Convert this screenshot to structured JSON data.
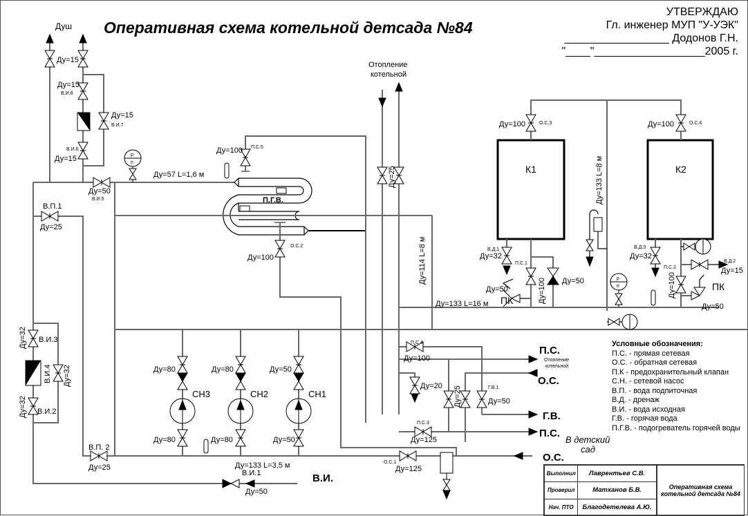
{
  "title": "Оперативная схема котельной  детсада №84",
  "approval": {
    "line1": "УТВЕРЖДАЮ",
    "line2": "Гл. инженер МУП \"У-УЭК\"",
    "line3": "_________________ Додонов Г.Н.",
    "line4": "\"____\"__________________2005 г."
  },
  "legend": {
    "heading": "Условные обозначения:",
    "items": [
      "П.С. - прямая сетевая",
      "О.С. - обратная сетевая",
      "П.К - предохранительный клапан",
      "С.Н. - сетевой насос",
      "В.П. - вода подпиточная",
      "В.Д. - дренаж",
      "В.И. - вода исходная",
      "Г.В. - горячая вода",
      "П.Г.В. - подогреватель горячей воды"
    ]
  },
  "stamp": {
    "rows": [
      {
        "role": "Выполнил",
        "name": "Лаврентьев С.В."
      },
      {
        "role": "Проверил",
        "name": "Матханов Б.В."
      },
      {
        "role": "Нач. ПТО",
        "name": "Благодетелева А.Ю."
      }
    ],
    "doc_title": "Оперативная схема котельной детсада №84"
  },
  "labels": {
    "dush": "Душ",
    "heating_boiler": [
      "Отопление",
      "котельной"
    ],
    "k1": "К1",
    "k2": "К2",
    "pgv": "П.Г.В.",
    "sn3": "СН3",
    "sn2": "СН2",
    "sn1": "СН1",
    "ps_out1": "П.С.",
    "heating_small": [
      "Отопление",
      "котельной"
    ],
    "os_in1": "О.С.",
    "gv_out": "Г.В.",
    "ps_out2": "П.С.",
    "kindergarten": [
      "В детский",
      "сад"
    ],
    "os_in2": "О.С.",
    "vi_in": "В.И.",
    "pk1": "ПК",
    "pk2": "ПК",
    "pipe_57": "Ду=57  L=1,6  м",
    "pipe_114": "Ду=114  L=8  м",
    "pipe_133_8": "Ду=133  L=8  м",
    "pipe_133_16": "Ду=133  L=16  м",
    "pipe_133_35": "Ду=133  L=3,5  м",
    "gauge_p": "р",
    "gauge_n": "п"
  },
  "valves": {
    "dush_left": "Ду=15",
    "vi8_du": "Ду=15",
    "vi8": "В.И.8",
    "vi7_du": "Ду=15",
    "vi7": "В.И.7",
    "vi6": "В.И.6",
    "vi6_du": "Ду=15",
    "vi5_du": "Ду=50",
    "vi5": "В.И.5",
    "vp1": "В.П.1",
    "vp1_du": "Ду=25",
    "vi3": "В.И.3",
    "vi3_du": "Ду=32",
    "vi4": "В.И.4",
    "vi4_du": "Ду=32",
    "vi2": "В.И.2",
    "vi2_du": "Ду=32",
    "vp2": "В.П. 2",
    "vp2_du": "Ду=25",
    "vi1": "В.И.1",
    "vi1_du": "Ду=50",
    "ps5_du": "Ду=100",
    "ps5": "П.С.5",
    "os2": "О.С.2",
    "os2_du": "Ду=100",
    "heat_du": "Ду=25",
    "os3_du": "Ду=100",
    "os3": "О.С.3",
    "os4_du": "Ду=100",
    "os4": "О.С.4",
    "vd1": "В.Д.1",
    "vd1_du": "Ду=32",
    "ps1": "П.С.1",
    "ps1_du": "Ду=100",
    "check1_du": "Ду=50",
    "pk1_du": "Ду=50",
    "vd3": "В.Д.3",
    "vd3_du": "Ду=32",
    "ps2": "П.С.2",
    "ps2_du": "Ду=100",
    "vd2": "В.Д.2",
    "vd2_du": "Ду=15",
    "pk2_du": "Ду=50",
    "sn3_top": "Ду=80",
    "sn3_bot": "Ду=80",
    "sn2_top": "Ду=80",
    "sn2_bot": "Ду=80",
    "sn1_top": "Ду=50",
    "sn1_bot": "Ду=50",
    "ps4": "П.С.4",
    "ps4_du": "Ду=100",
    "drain_du": "Ду=20",
    "bypass_du": "Ду=25",
    "gv1": "Г.В.1",
    "gv1_du": "Ду=50",
    "ps3": "П.С.3",
    "ps3_du": "Ду=125",
    "os1": "О.С.1",
    "os1_du": "Ду=125"
  }
}
